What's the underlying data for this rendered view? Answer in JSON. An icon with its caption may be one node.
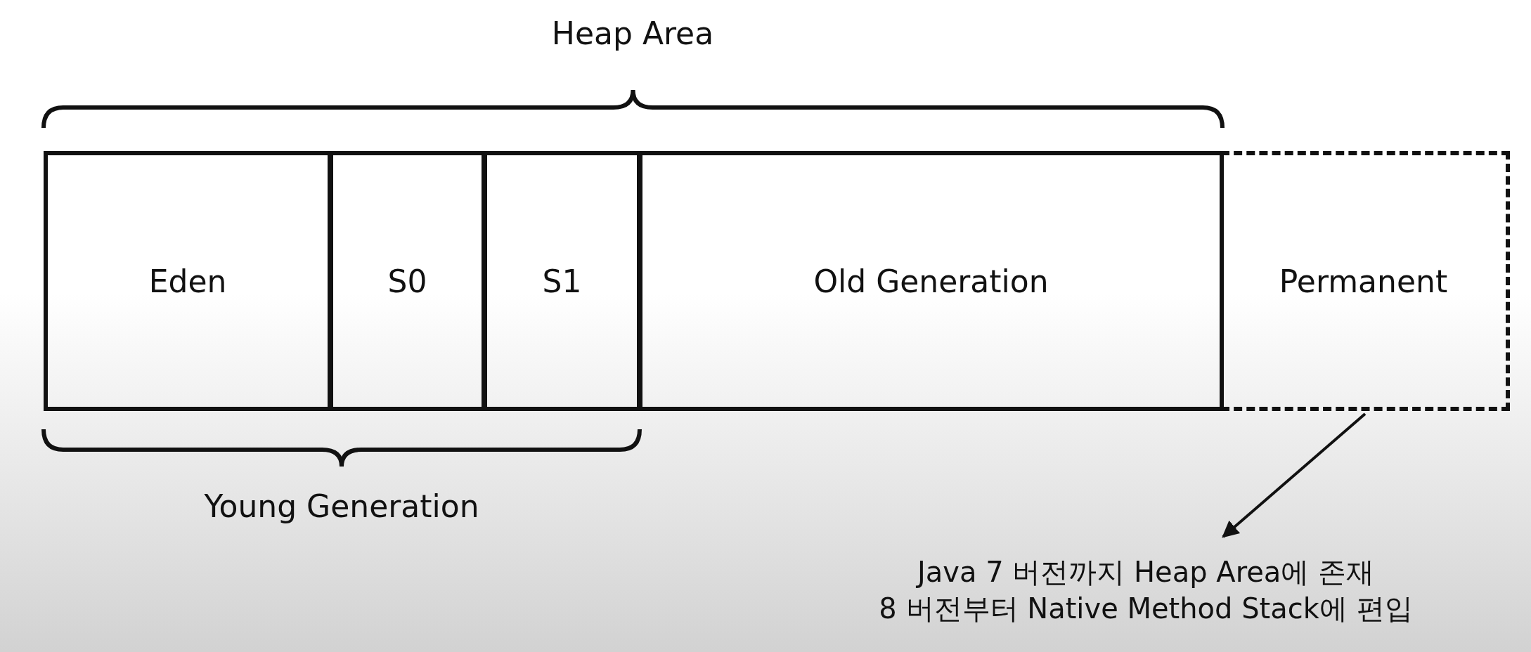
{
  "diagram": {
    "nodes": [
      {
        "text": [
          "Eden"
        ]
      },
      {
        "text": [
          "S0"
        ]
      },
      {
        "text": [
          "S1"
        ]
      },
      {
        "text": [
          "Old Generation"
        ]
      },
      {
        "text": [
          "Permanent"
        ]
      },
      {
        "text": [
          "Java 7 버전까지 Heap Area에 존재",
          "8 버전부터 Native Method Stack에 편입"
        ]
      }
    ],
    "edges": [
      {
        "from": 4,
        "to": 5,
        "arrow": "to"
      }
    ],
    "labels": [
      "Heap Area",
      "Young Generation"
    ]
  }
}
